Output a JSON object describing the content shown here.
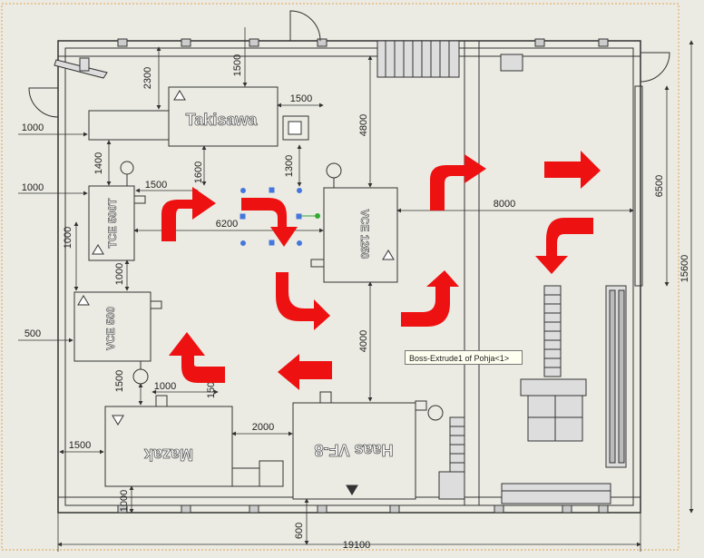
{
  "machines": {
    "takisawa": "Takisawa",
    "tce500t": "TCE 500T",
    "vce500": "VCE 500",
    "vce1250": "VCE 1250",
    "mazak": "Mazak",
    "haas": "Haas VF-8"
  },
  "dimensions": {
    "d2300": "2300",
    "d1500_top": "1500",
    "d1500_tak": "1500",
    "d1300": "1300",
    "d4800": "4800",
    "d1000_a": "1000",
    "d1400": "1400",
    "d1600": "1600",
    "d1000_b": "1000",
    "d1500_tce": "1500",
    "d6200": "6200",
    "d8000": "8000",
    "d6500": "6500",
    "d15600": "15600",
    "d1000_c": "1000",
    "d1000_d": "1000",
    "d500": "500",
    "d1500_vce": "1500",
    "d1000_e": "1000",
    "d150": "150",
    "d4000": "4000",
    "d1500_maz": "1500",
    "d2000": "2000",
    "d1000_f": "1000",
    "d600": "600",
    "d19100": "19100"
  },
  "tooltip": "Boss-Extrude1 of Pohja<1>",
  "colors": {
    "arrow": "#ee1111",
    "line": "#333333",
    "selection": "#4477dd",
    "background": "#ebebe3"
  }
}
